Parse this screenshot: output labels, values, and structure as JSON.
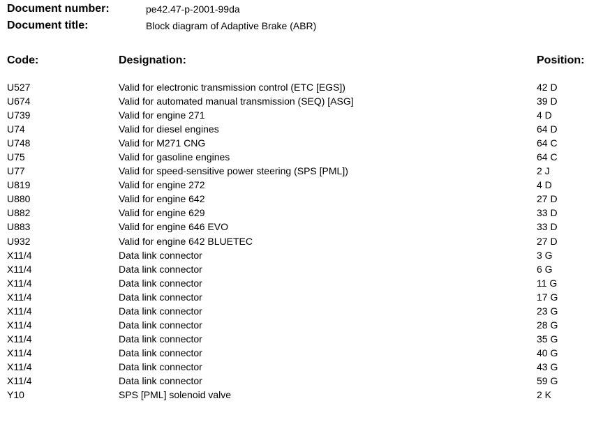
{
  "document": {
    "number_label": "Document number:",
    "number_value": "pe42.47-p-2001-99da",
    "title_label": "Document title:",
    "title_value": "Block diagram of Adaptive Brake (ABR)"
  },
  "table": {
    "headers": {
      "code": "Code:",
      "designation": "Designation:",
      "position": "Position:"
    },
    "rows": [
      {
        "code": "U527",
        "designation": "Valid for electronic transmission control (ETC [EGS])",
        "position": "42 D"
      },
      {
        "code": "U674",
        "designation": "Valid for automated manual transmission (SEQ) [ASG]",
        "position": "39 D"
      },
      {
        "code": "U739",
        "designation": "Valid for engine 271",
        "position": "4 D"
      },
      {
        "code": "U74",
        "designation": "Valid for diesel engines",
        "position": "64 D"
      },
      {
        "code": "U748",
        "designation": "Valid for M271 CNG",
        "position": "64 C"
      },
      {
        "code": "U75",
        "designation": "Valid for gasoline engines",
        "position": "64 C"
      },
      {
        "code": "U77",
        "designation": "Valid for speed-sensitive power steering (SPS [PML])",
        "position": "2 J"
      },
      {
        "code": "U819",
        "designation": "Valid for engine 272",
        "position": "4 D"
      },
      {
        "code": "U880",
        "designation": "Valid for engine 642",
        "position": "27 D"
      },
      {
        "code": "U882",
        "designation": "Valid for engine 629",
        "position": "33 D"
      },
      {
        "code": "U883",
        "designation": "Valid for engine 646 EVO",
        "position": "33 D"
      },
      {
        "code": "U932",
        "designation": "Valid for engine 642 BLUETEC",
        "position": "27 D"
      },
      {
        "code": "X11/4",
        "designation": "Data link connector",
        "position": "3 G"
      },
      {
        "code": "X11/4",
        "designation": "Data link connector",
        "position": "6 G"
      },
      {
        "code": "X11/4",
        "designation": "Data link connector",
        "position": "11 G"
      },
      {
        "code": "X11/4",
        "designation": "Data link connector",
        "position": "17 G"
      },
      {
        "code": "X11/4",
        "designation": "Data link connector",
        "position": "23 G"
      },
      {
        "code": "X11/4",
        "designation": "Data link connector",
        "position": "28 G"
      },
      {
        "code": "X11/4",
        "designation": "Data link connector",
        "position": "35 G"
      },
      {
        "code": "X11/4",
        "designation": "Data link connector",
        "position": "40 G"
      },
      {
        "code": "X11/4",
        "designation": "Data link connector",
        "position": "43 G"
      },
      {
        "code": "X11/4",
        "designation": "Data link connector",
        "position": "59 G"
      },
      {
        "code": "Y10",
        "designation": "SPS [PML] solenoid valve",
        "position": "2 K"
      }
    ]
  }
}
